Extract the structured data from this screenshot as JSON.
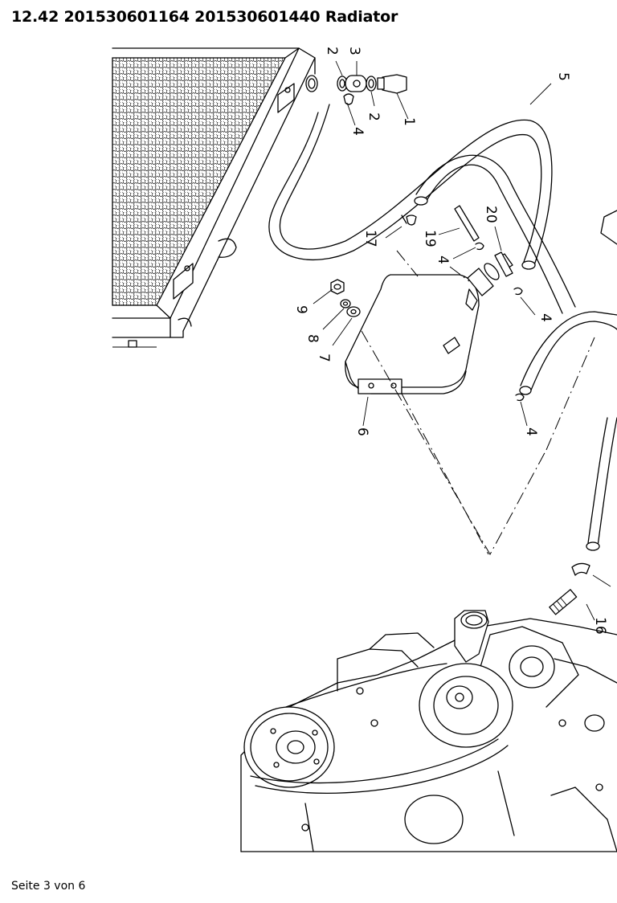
{
  "header": {
    "title": "12.42 201530601164 201530601440 Radiator"
  },
  "footer": {
    "page_label": "Seite 3 von 6"
  },
  "diagram": {
    "callouts": [
      "1",
      "2",
      "2",
      "3",
      "4",
      "4",
      "4",
      "4",
      "4",
      "5",
      "6",
      "7",
      "8",
      "9",
      "16",
      "17",
      "19",
      "20"
    ]
  }
}
